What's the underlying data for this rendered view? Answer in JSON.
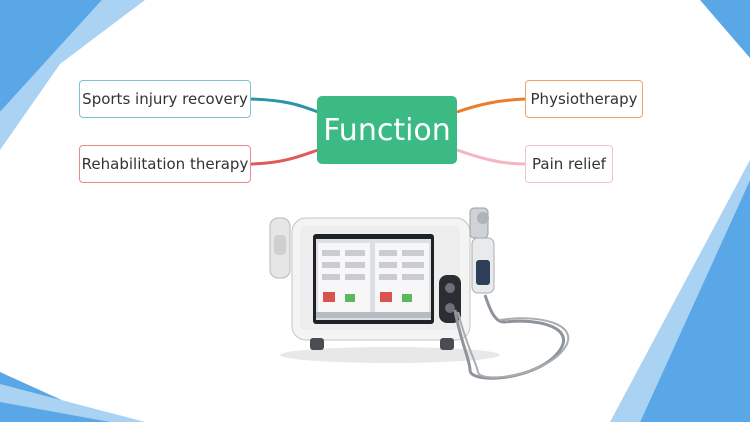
{
  "mindmap": {
    "center": {
      "label": "Function",
      "color": "#3bba83"
    },
    "branches": [
      {
        "label": "Sports injury recovery",
        "side": "left",
        "color": "#2a94a8"
      },
      {
        "label": "Rehabilitation therapy",
        "side": "left",
        "color": "#e05a5a"
      },
      {
        "label": "Physiotherapy",
        "side": "right",
        "color": "#ee7a2b"
      },
      {
        "label": "Pain relief",
        "side": "right",
        "color": "#f3b6c2"
      }
    ]
  },
  "decoration": {
    "accent": "#5aaee8"
  }
}
